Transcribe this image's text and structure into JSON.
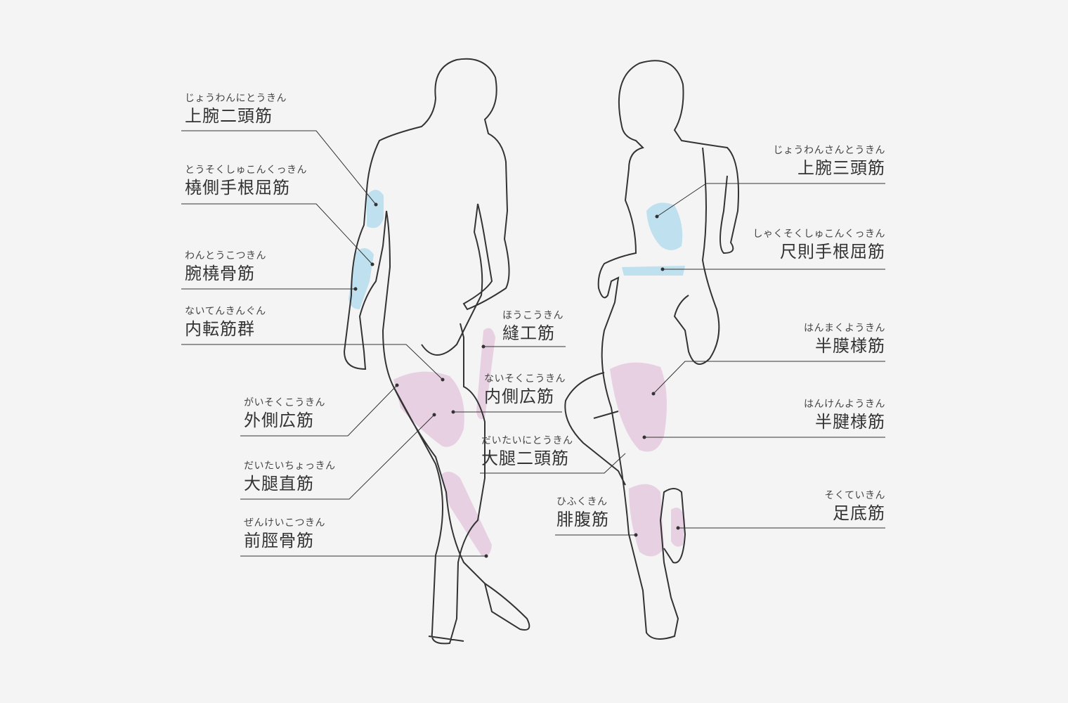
{
  "colors": {
    "background": "#f4f4f4",
    "upper_limb": "#bfe0ef",
    "lower_limb": "#e8d0e3",
    "line": "#333333"
  },
  "labels": [
    {
      "ruby": "じょうわんにとうきん",
      "name": "上腕二頭筋"
    },
    {
      "ruby": "とうそくしゅこんくっきん",
      "name": "橈側手根屈筋"
    },
    {
      "ruby": "わんとうこつきん",
      "name": "腕橈骨筋"
    },
    {
      "ruby": "ないてんきんぐん",
      "name": "内転筋群"
    },
    {
      "ruby": "ほうこうきん",
      "name": "縫工筋"
    },
    {
      "ruby": "ないそくこうきん",
      "name": "内側広筋"
    },
    {
      "ruby": "がいそくこうきん",
      "name": "外側広筋"
    },
    {
      "ruby": "だいたいちょっきん",
      "name": "大腿直筋"
    },
    {
      "ruby": "ぜんけいこつきん",
      "name": "前脛骨筋"
    },
    {
      "ruby": "だいたいにとうきん",
      "name": "大腿二頭筋"
    },
    {
      "ruby": "ひふくきん",
      "name": "腓腹筋"
    },
    {
      "ruby": "じょうわんさんとうきん",
      "name": "上腕三頭筋"
    },
    {
      "ruby": "しゃくそくしゅこんくっきん",
      "name": "尺則手根屈筋"
    },
    {
      "ruby": "はんまくようきん",
      "name": "半膜様筋"
    },
    {
      "ruby": "はんけんようきん",
      "name": "半腱様筋"
    },
    {
      "ruby": "そくていきん",
      "name": "足底筋"
    }
  ]
}
